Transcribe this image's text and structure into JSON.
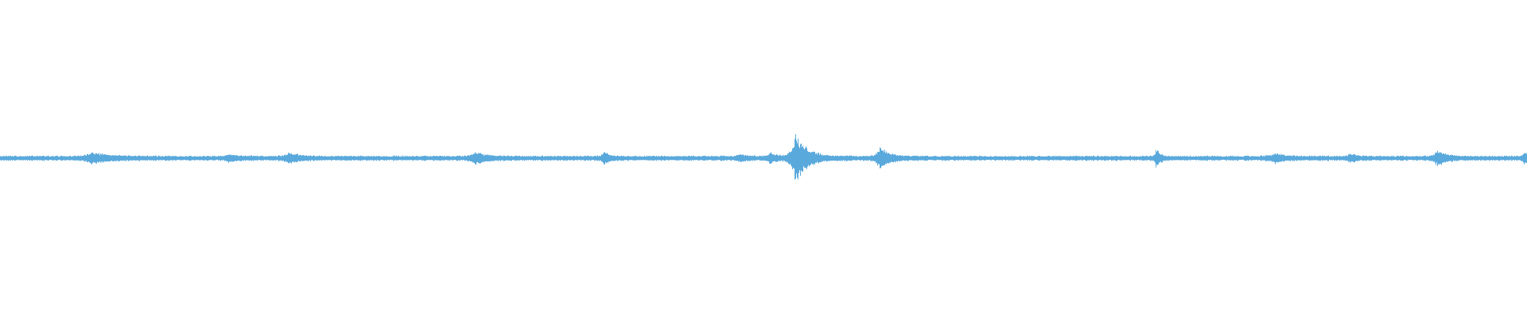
{
  "waveform": {
    "color": "#5aa9dc",
    "background": "#ffffff",
    "baseline_amplitude": 0.05,
    "events": [
      {
        "time": 0.06,
        "amplitude": 0.18,
        "decay": 0.01
      },
      {
        "time": 0.15,
        "amplitude": 0.1,
        "decay": 0.006
      },
      {
        "time": 0.189,
        "amplitude": 0.16,
        "decay": 0.008
      },
      {
        "time": 0.311,
        "amplitude": 0.2,
        "decay": 0.007
      },
      {
        "time": 0.395,
        "amplitude": 0.18,
        "decay": 0.004
      },
      {
        "time": 0.484,
        "amplitude": 0.1,
        "decay": 0.004
      },
      {
        "time": 0.504,
        "amplitude": 0.22,
        "decay": 0.003
      },
      {
        "time": 0.521,
        "amplitude": 1.0,
        "decay": 0.007
      },
      {
        "time": 0.576,
        "amplitude": 0.4,
        "decay": 0.006
      },
      {
        "time": 0.757,
        "amplitude": 0.45,
        "decay": 0.002
      },
      {
        "time": 0.834,
        "amplitude": 0.16,
        "decay": 0.006
      },
      {
        "time": 0.884,
        "amplitude": 0.1,
        "decay": 0.005
      },
      {
        "time": 0.941,
        "amplitude": 0.28,
        "decay": 0.005
      },
      {
        "time": 0.998,
        "amplitude": 0.18,
        "decay": 0.004
      }
    ]
  }
}
